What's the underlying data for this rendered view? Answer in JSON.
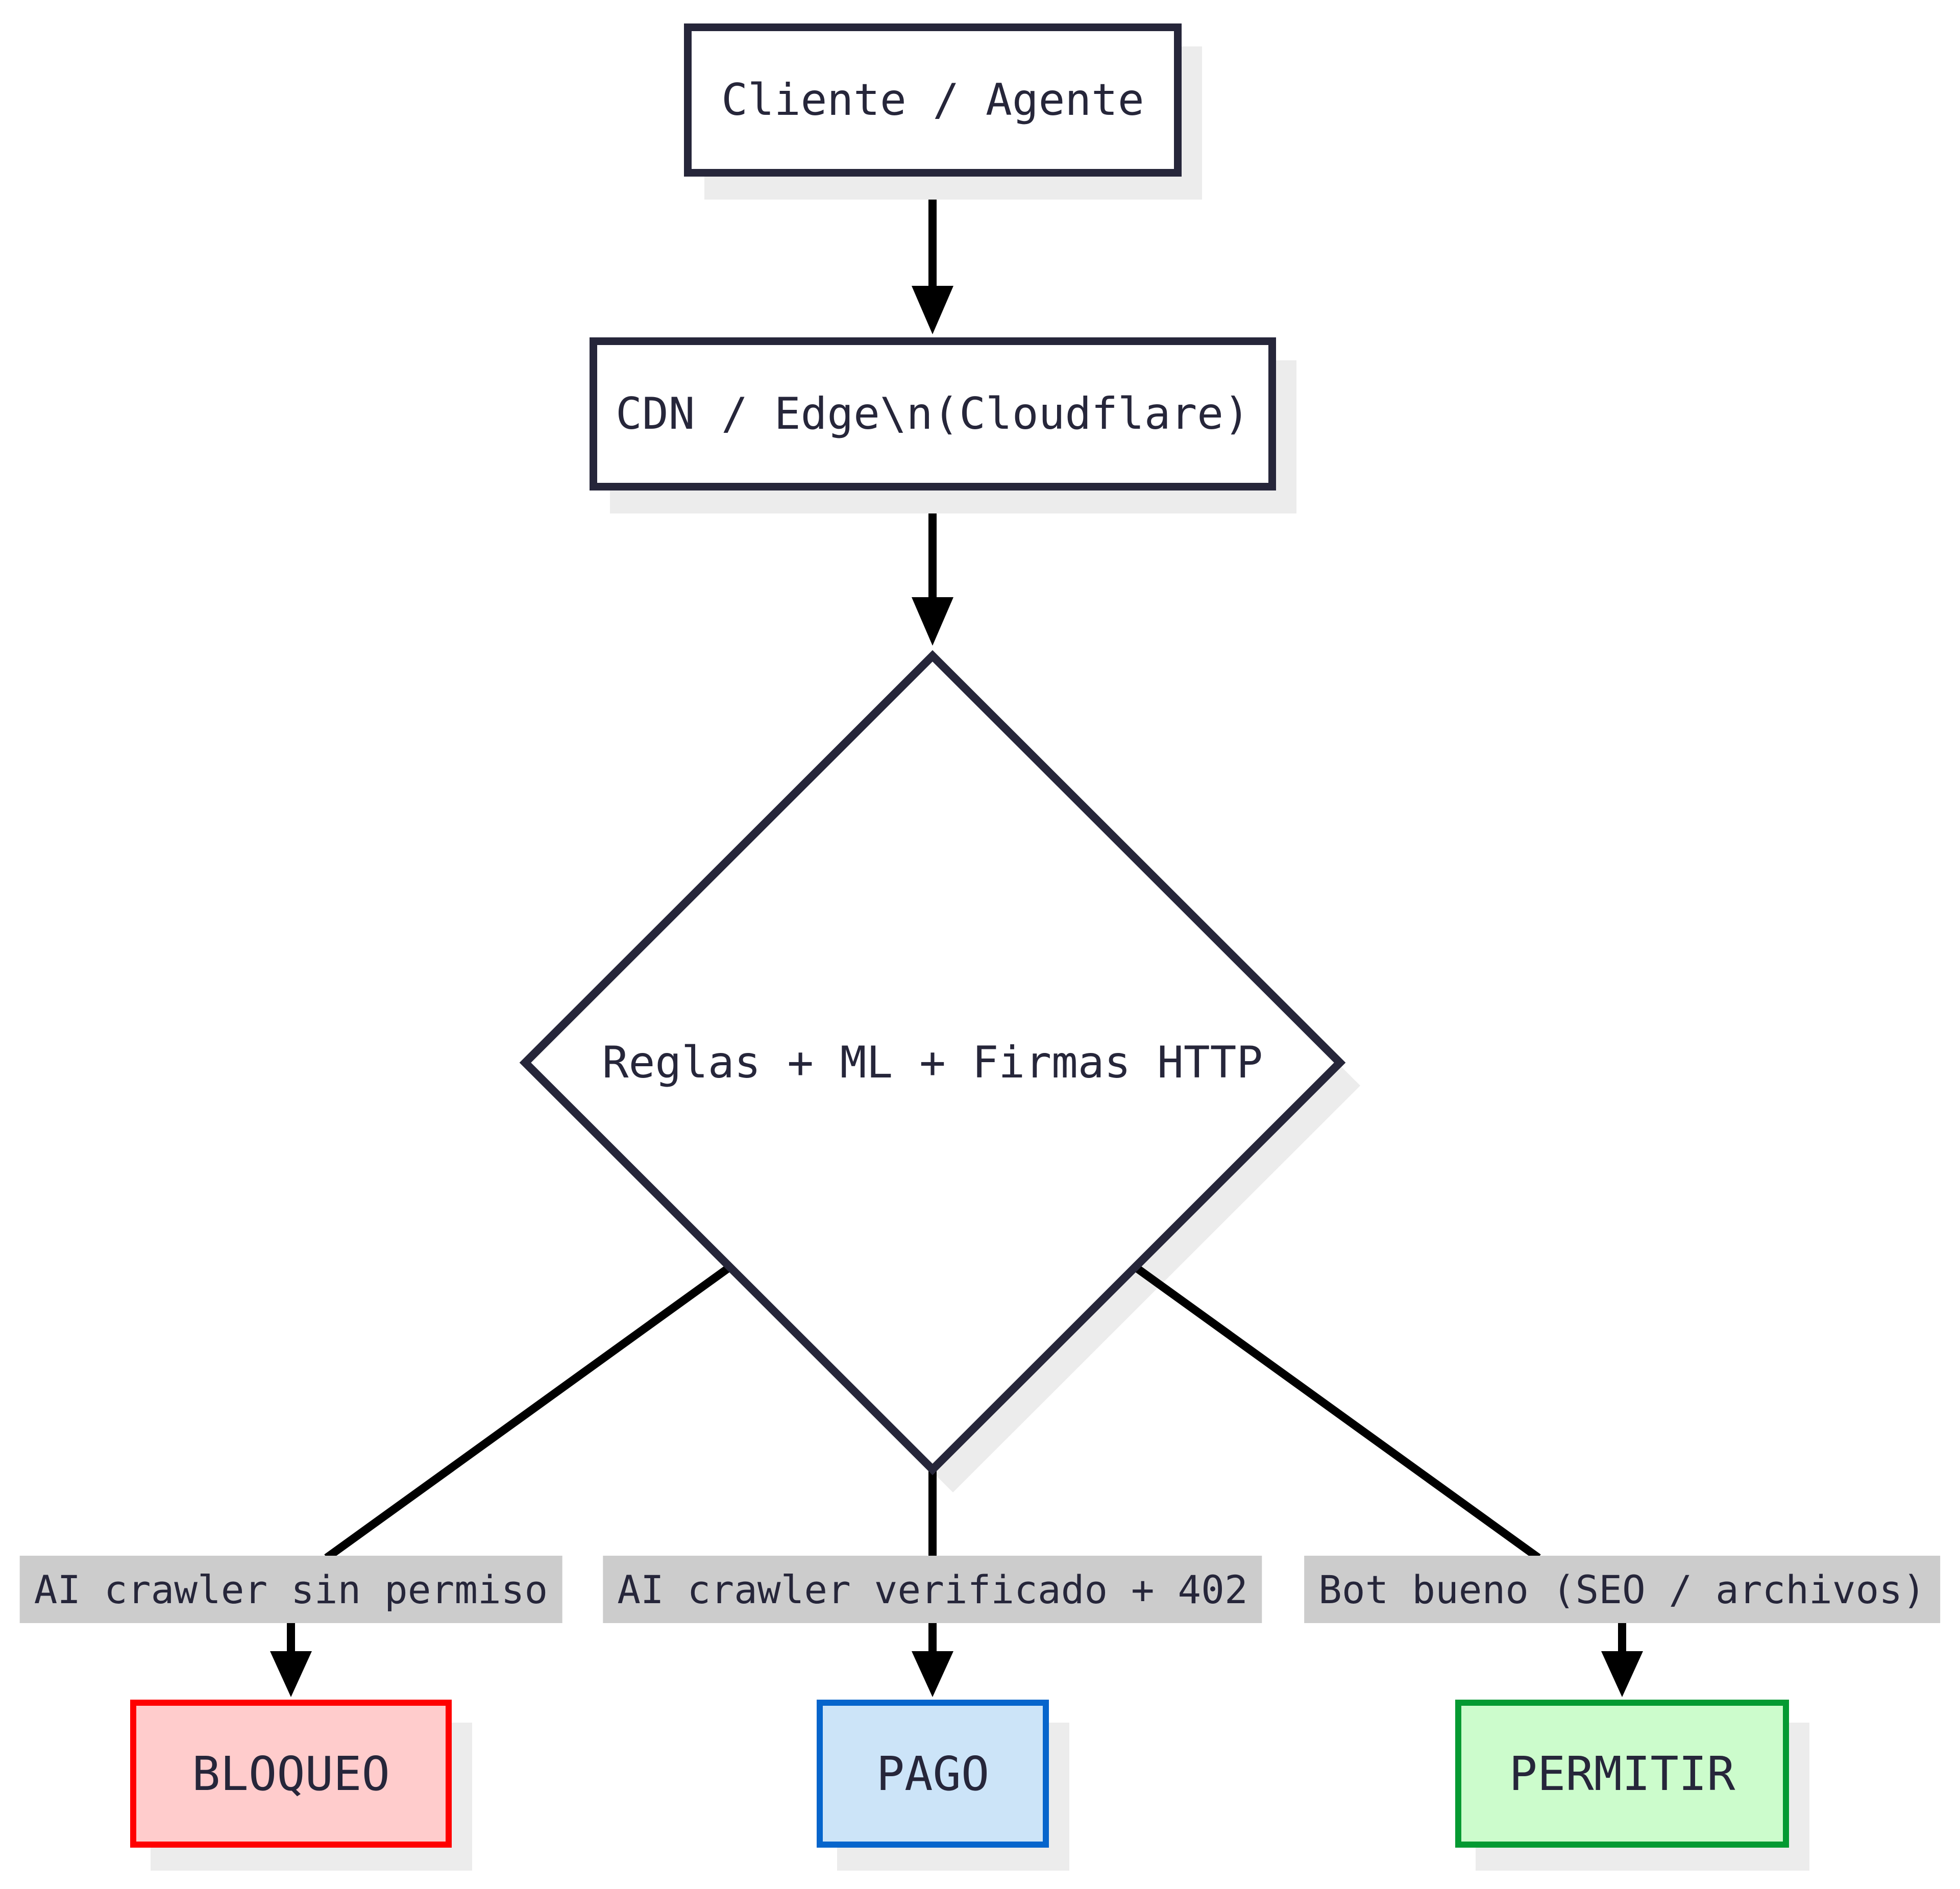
{
  "colors": {
    "ink": "#26263a",
    "line": "#000000",
    "node_fill": "#ffffff",
    "shadow": "#ececec",
    "edge_label_bg": "#cccccc",
    "block_border": "#ff0000",
    "block_fill": "#ffcccc",
    "pay_border": "#0665cc",
    "pay_fill": "#cce4f8",
    "allow_border": "#049a32",
    "allow_fill": "#ccfccc"
  },
  "nodes": {
    "client": {
      "label": "Cliente / Agente"
    },
    "cdn": {
      "label": "CDN / Edge\\n(Cloudflare)"
    },
    "decision": {
      "label": "Reglas + ML + Firmas HTTP"
    },
    "block": {
      "label": "BLOQUEO"
    },
    "pay": {
      "label": "PAGO"
    },
    "allow": {
      "label": "PERMITIR"
    }
  },
  "edges": {
    "to_block": {
      "label": "AI crawler sin permiso"
    },
    "to_pay": {
      "label": "AI crawler verificado + 402"
    },
    "to_allow": {
      "label": "Bot bueno (SEO / archivos)"
    }
  }
}
